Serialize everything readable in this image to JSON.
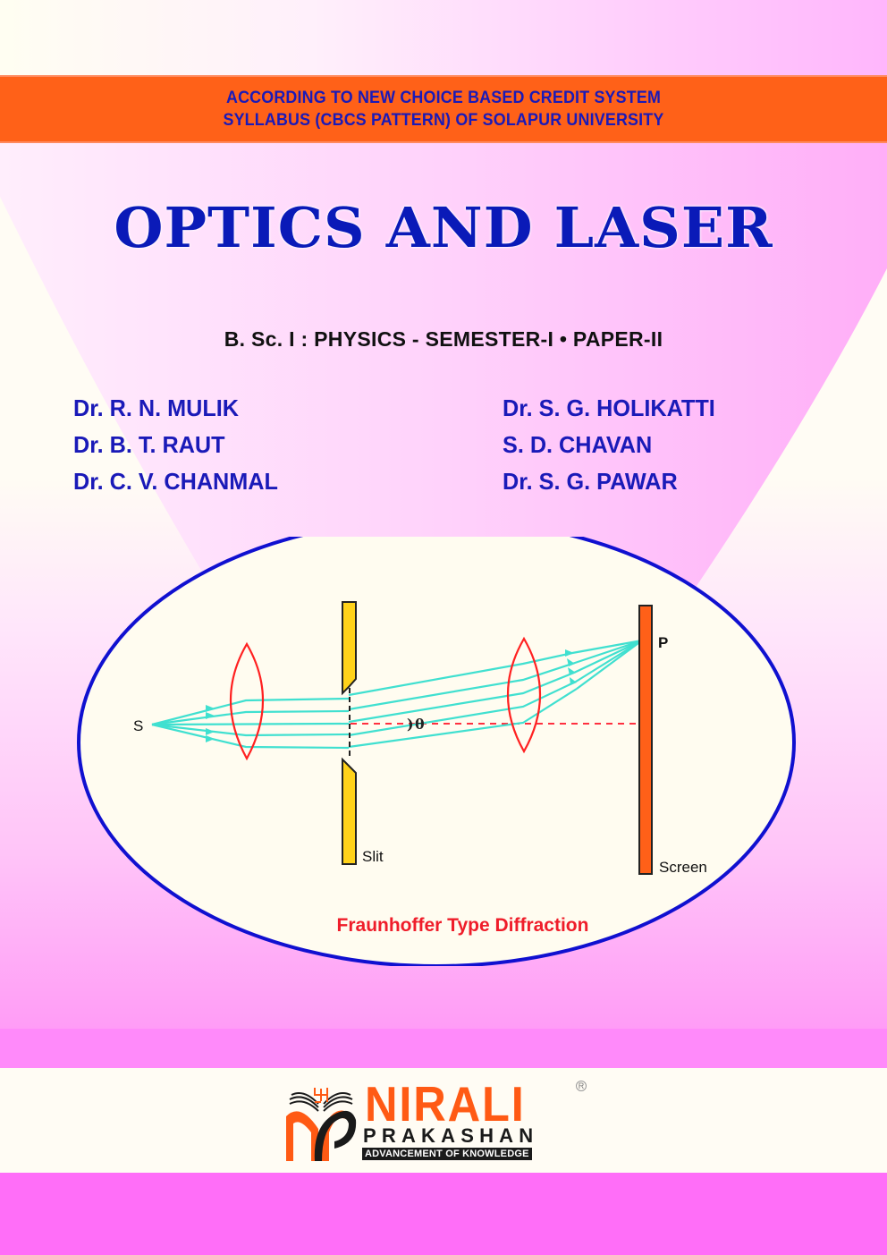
{
  "cover": {
    "banner": {
      "line1": "ACCORDING TO NEW CHOICE BASED CREDIT SYSTEM",
      "line2": "SYLLABUS (CBCS PATTERN) OF SOLAPUR UNIVERSITY",
      "background": "#ff6118",
      "text_color": "#1a1ab8"
    },
    "title": "OPTICS AND LASER",
    "subtitle": "B. Sc. I : PHYSICS - SEMESTER-I • PAPER-II",
    "authors": {
      "left": [
        "Dr. R. N. MULIK",
        "Dr. B. T. RAUT",
        "Dr. C. V. CHANMAL"
      ],
      "right": [
        "Dr. S. G. HOLIKATTI",
        "S. D. CHAVAN",
        "Dr. S. G. PAWAR"
      ]
    },
    "diagram": {
      "labels": {
        "source": "S",
        "slit": "Slit",
        "angle": "θ",
        "point": "P",
        "screen": "Screen"
      },
      "caption": "Fraunhoffer Type Diffraction",
      "colors": {
        "ellipse_border": "#1010d0",
        "ellipse_fill": "#fffcf0",
        "rays": "#40e0d0",
        "lens": "#ff2020",
        "slit": "#ffd21a",
        "screen": "#ff6018",
        "axis": "#ff3040"
      }
    },
    "publisher": {
      "name": "NIRALI",
      "sub": "PRAKASHAN",
      "tagline": "ADVANCEMENT OF KNOWLEDGE",
      "registered": "R",
      "color": "#ff5a14"
    }
  }
}
